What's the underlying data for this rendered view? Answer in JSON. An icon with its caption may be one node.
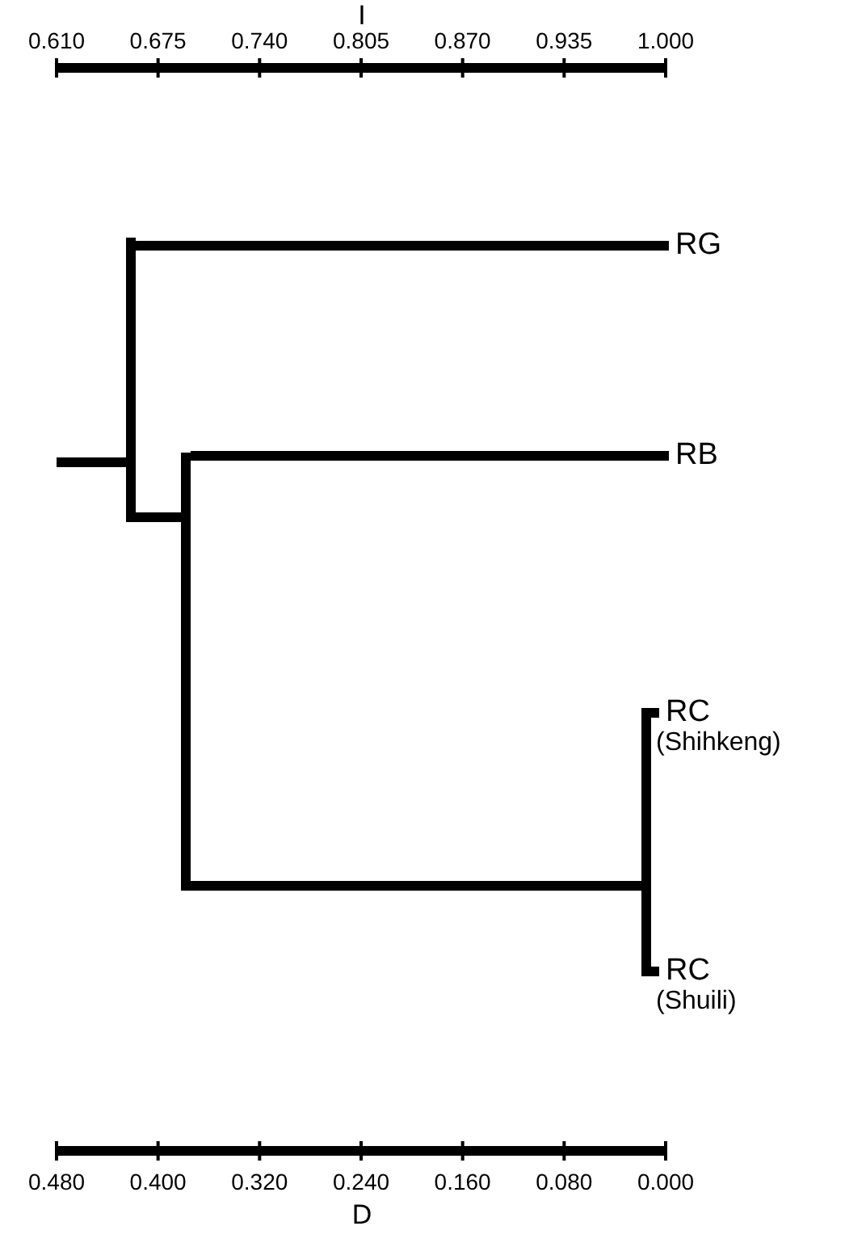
{
  "diagram": {
    "nodes": [
      {
        "text": [],
        "shape": "bar"
      },
      {
        "text": [
          "RG"
        ]
      },
      {
        "text": [],
        "shape": "bar"
      },
      {
        "text": [
          "RB"
        ]
      },
      {
        "text": [],
        "shape": "bar"
      },
      {
        "text": [
          "RC",
          "(Shihkeng)"
        ]
      },
      {
        "text": [
          "RC",
          "(Shuili)"
        ]
      }
    ],
    "edges": [
      {
        "from": null,
        "to": 0,
        "arrow": "none"
      },
      {
        "from": 0,
        "to": 1,
        "arrow": "none"
      },
      {
        "from": 0,
        "to": 2,
        "arrow": "none"
      },
      {
        "from": 2,
        "to": 3,
        "arrow": "none"
      },
      {
        "from": 2,
        "to": 4,
        "arrow": "none"
      },
      {
        "from": 4,
        "to": 5,
        "arrow": "none"
      },
      {
        "from": 4,
        "to": 6,
        "arrow": "none"
      }
    ],
    "labels": [
      "I",
      "0.610",
      "0.675",
      "0.740",
      "0.805",
      "0.870",
      "0.935",
      "1.000",
      "0.480",
      "0.400",
      "0.320",
      "0.240",
      "0.160",
      "0.080",
      "0.000",
      "D"
    ]
  }
}
